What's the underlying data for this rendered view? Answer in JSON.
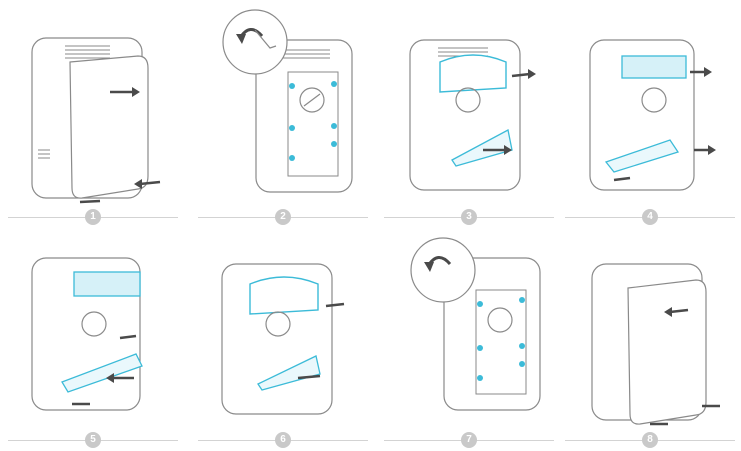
{
  "steps": [
    {
      "number": "1",
      "action": "open-cover"
    },
    {
      "number": "2",
      "action": "turn-knob"
    },
    {
      "number": "3",
      "action": "lift-lid-pull-tray"
    },
    {
      "number": "4",
      "action": "remove-filters"
    },
    {
      "number": "5",
      "action": "insert-filters"
    },
    {
      "number": "6",
      "action": "close-lid-push-tray"
    },
    {
      "number": "7",
      "action": "turn-knob-back"
    },
    {
      "number": "8",
      "action": "close-cover"
    }
  ],
  "colors": {
    "outline": "#8a8a8a",
    "accent": "#3cbbd8",
    "arrow": "#4a4a4a",
    "badge": "#c9c9c9",
    "divider": "#d3d3d3"
  }
}
